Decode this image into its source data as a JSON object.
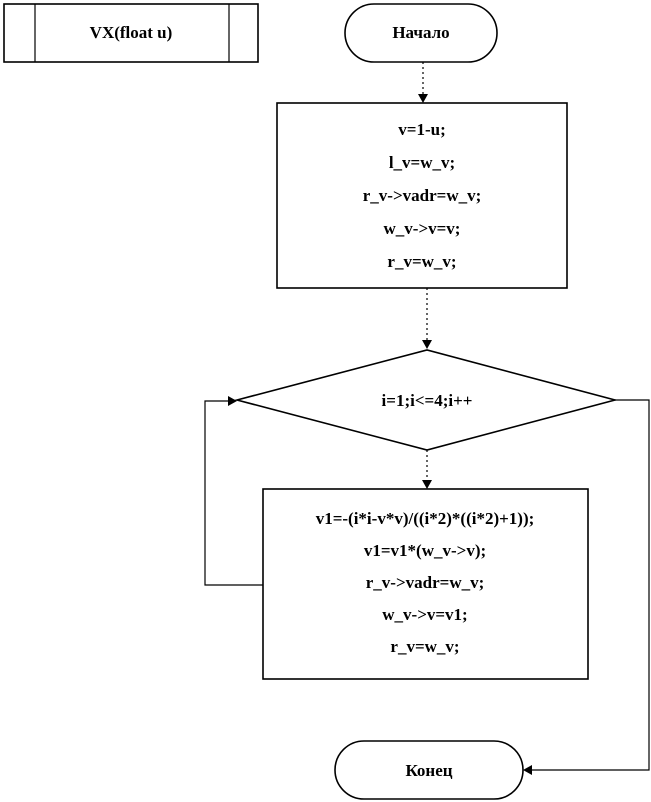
{
  "subroutine": {
    "label": "VX(float u)"
  },
  "start": {
    "label": "Начало"
  },
  "process1": {
    "lines": [
      "v=1-u;",
      "l_v=w_v;",
      "r_v->vadr=w_v;",
      "w_v->v=v;",
      "r_v=w_v;"
    ]
  },
  "loop": {
    "label": "i=1;i<=4;i++"
  },
  "process2": {
    "lines": [
      "v1=-(i*i-v*v)/((i*2)*((i*2)+1));",
      "v1=v1*(w_v->v);",
      "r_v->vadr=w_v;",
      "w_v->v=v1;",
      "r_v=w_v;"
    ]
  },
  "end": {
    "label": "Конец"
  }
}
